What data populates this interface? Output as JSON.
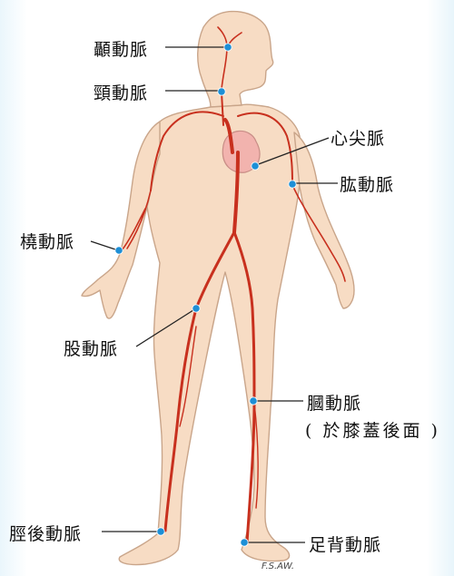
{
  "labels": {
    "temporal": "顳動脈",
    "carotid": "頸動脈",
    "apical": "心尖脈",
    "brachial": "肱動脈",
    "radial": "橈動脈",
    "femoral": "股動脈",
    "popliteal": "膕動脈",
    "popliteal_note": "( 於膝蓋後面 )",
    "posterior_tibial": "脛後動脈",
    "dorsalis_pedis": "足背動脈"
  },
  "signature": "F.S.AW.",
  "colors": {
    "skin": "#f7dcc4",
    "skin_outline": "#c9a58a",
    "artery": "#c8301e",
    "point": "#1d8fd6",
    "heart": "#f2b3ae"
  }
}
